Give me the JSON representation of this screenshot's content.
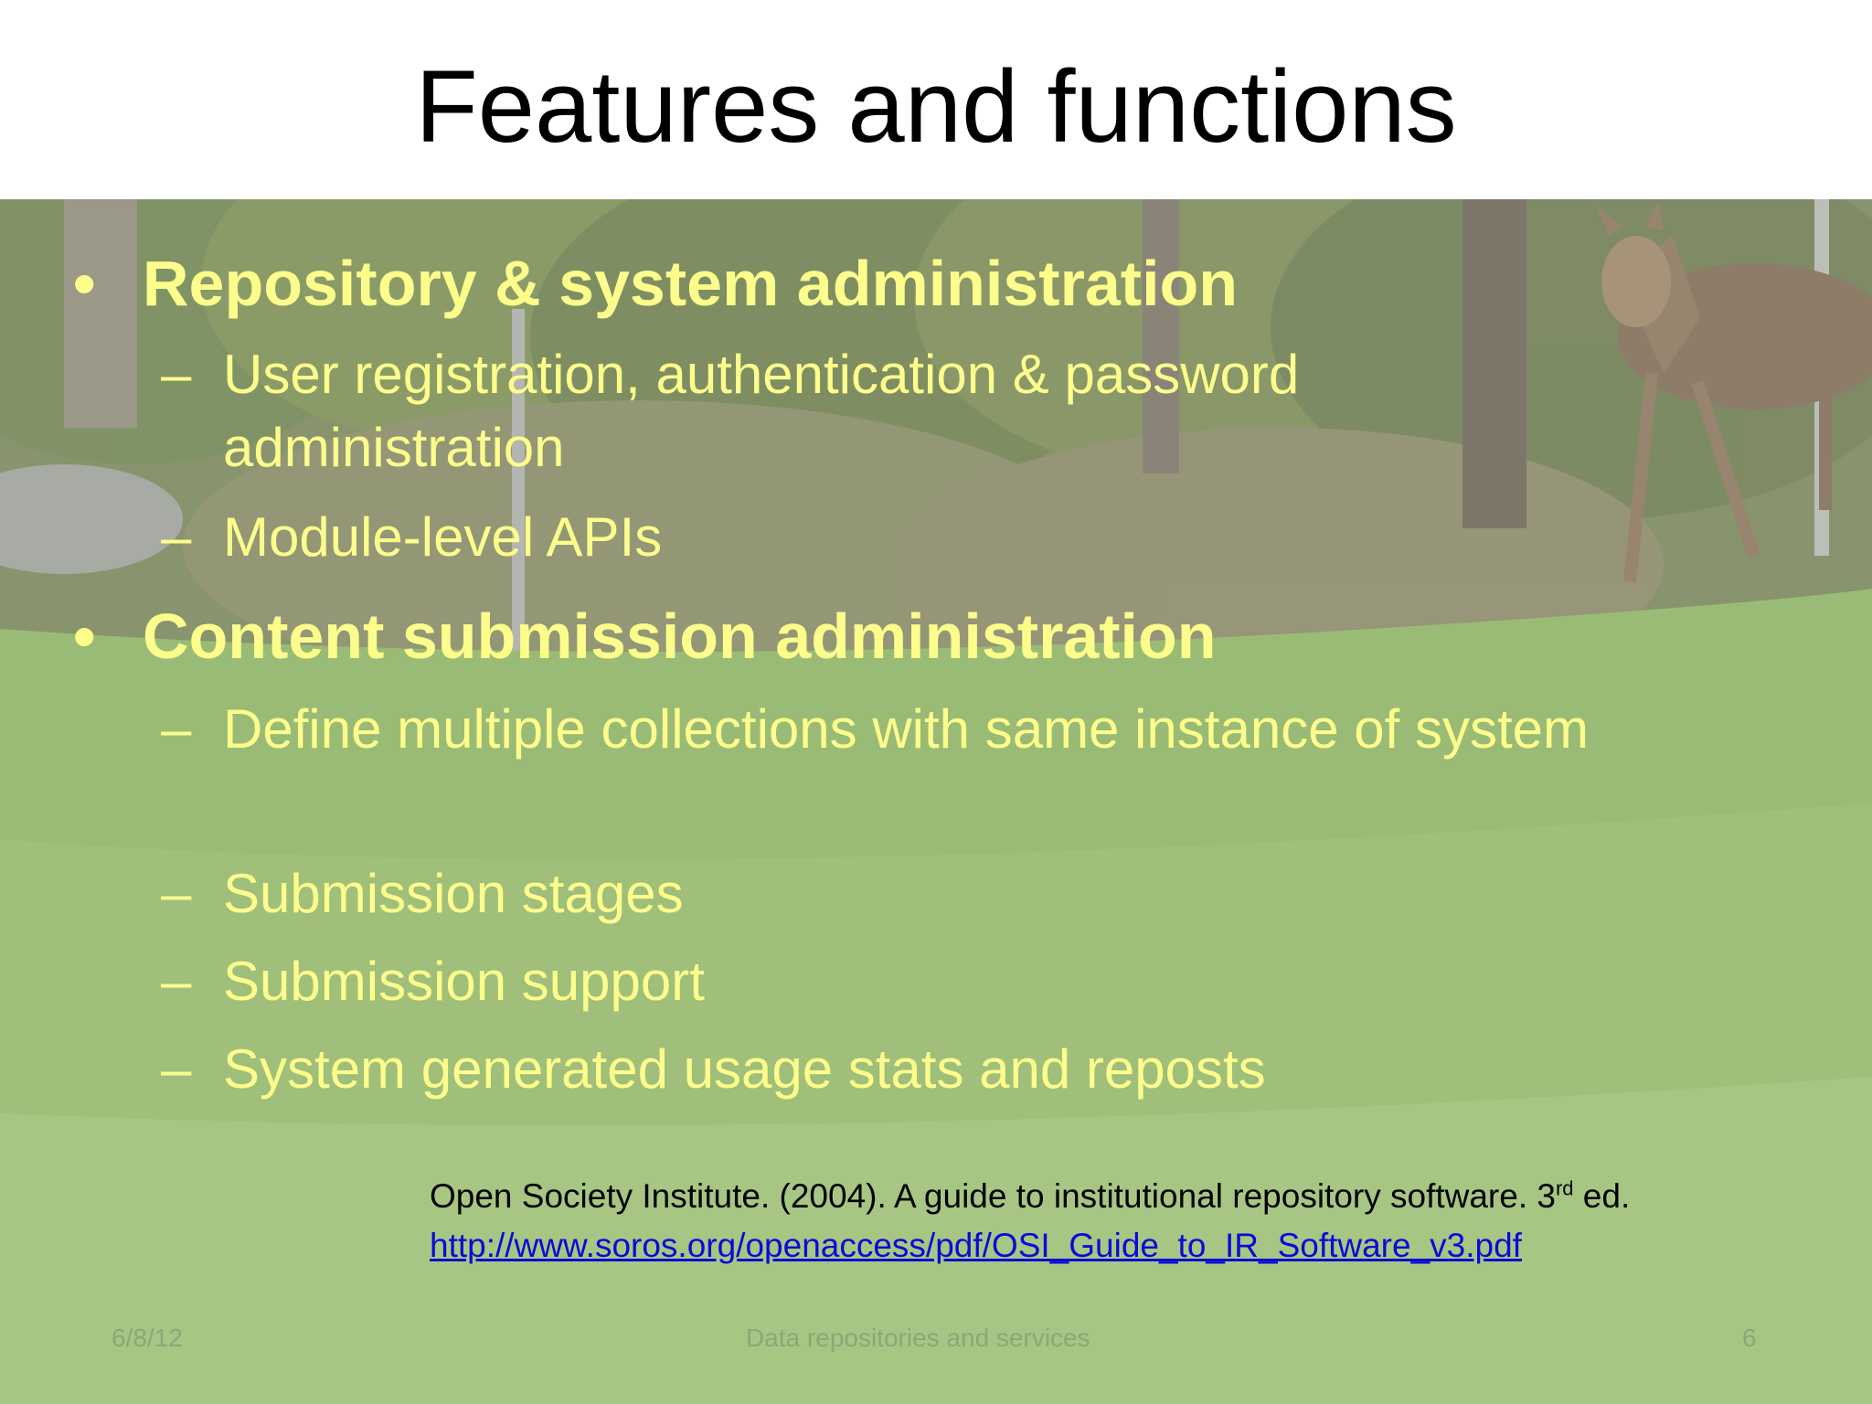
{
  "slide": {
    "title": "Features and functions",
    "bullets": [
      {
        "label": "Repository & system administration",
        "sub": [
          "User registration, authentication & password administration",
          "Module-level APIs"
        ]
      },
      {
        "label": "Content submission administration",
        "sub": [
          "Define multiple collections with same instance of system",
          "Submission stages",
          "Submission support",
          "System generated usage stats and reposts"
        ]
      }
    ],
    "bullet_glyph": "•",
    "dash_glyph": "–",
    "citation": {
      "text": "Open Society Institute. (2004). A guide to institutional repository software. 3",
      "superscript": "rd",
      "suffix": " ed.",
      "link": "http://www.soros.org/openaccess/pdf/OSI_Guide_to_IR_Software_v3.pdf"
    },
    "footer": {
      "date": "6/8/12",
      "center": "Data repositories and services",
      "page": "6"
    }
  },
  "colors": {
    "bullet_text": "#fdfd8c",
    "title_text": "#000000",
    "link": "#0b0bd6"
  }
}
